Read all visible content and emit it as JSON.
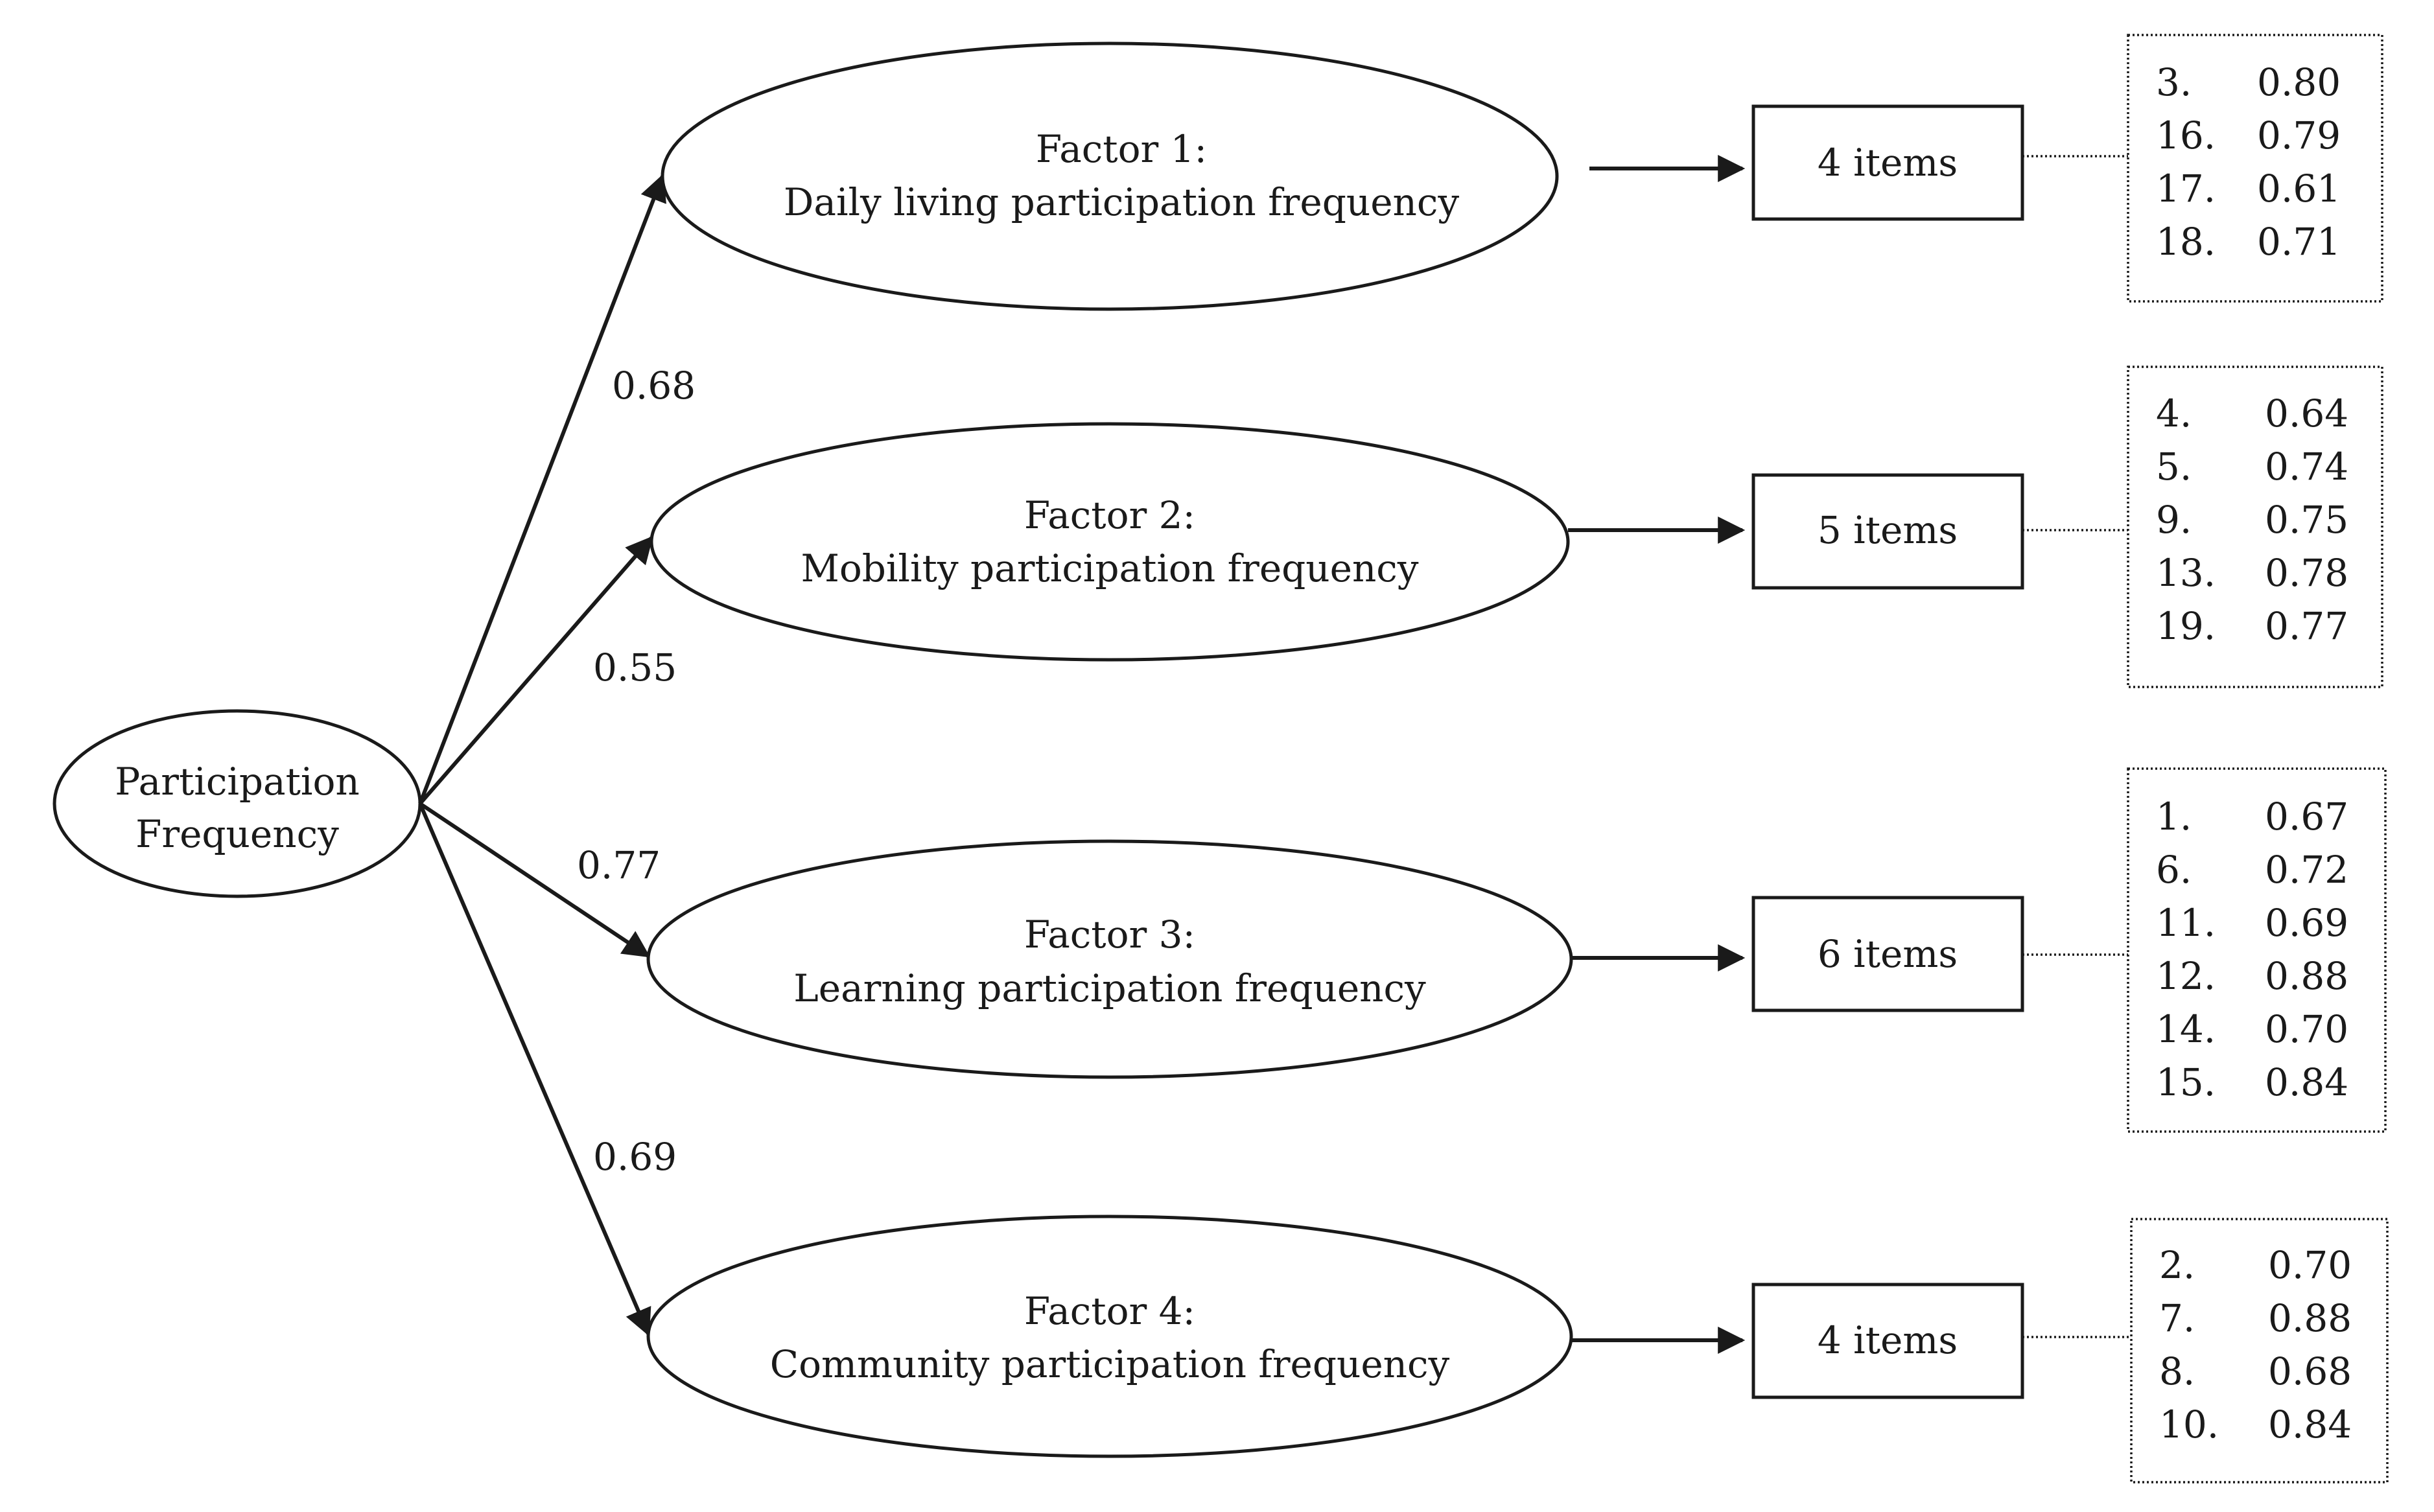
{
  "root": {
    "line1": "Participation",
    "line2": "Frequency"
  },
  "factors": [
    {
      "title": "Factor 1:",
      "subtitle": "Daily living participation frequency",
      "path_coefficient": "0.68",
      "items_label": "4 items",
      "loadings": [
        {
          "item": "3.",
          "value": "0.80"
        },
        {
          "item": "16.",
          "value": "0.79"
        },
        {
          "item": "17.",
          "value": "0.61"
        },
        {
          "item": "18.",
          "value": "0.71"
        }
      ]
    },
    {
      "title": "Factor 2:",
      "subtitle": "Mobility participation frequency",
      "path_coefficient": "0.55",
      "items_label": "5 items",
      "loadings": [
        {
          "item": "4.",
          "value": "0.64"
        },
        {
          "item": "5.",
          "value": "0.74"
        },
        {
          "item": "9.",
          "value": "0.75"
        },
        {
          "item": "13.",
          "value": "0.78"
        },
        {
          "item": "19.",
          "value": "0.77"
        }
      ]
    },
    {
      "title": "Factor 3:",
      "subtitle": "Learning participation frequency",
      "path_coefficient": "0.77",
      "items_label": "6 items",
      "loadings": [
        {
          "item": "1.",
          "value": "0.67"
        },
        {
          "item": "6.",
          "value": "0.72"
        },
        {
          "item": "11.",
          "value": "0.69"
        },
        {
          "item": "12.",
          "value": "0.88"
        },
        {
          "item": "14.",
          "value": "0.70"
        },
        {
          "item": "15.",
          "value": "0.84"
        }
      ]
    },
    {
      "title": "Factor 4:",
      "subtitle": "Community participation frequency",
      "path_coefficient": "0.69",
      "items_label": "4 items",
      "loadings": [
        {
          "item": "2.",
          "value": "0.70"
        },
        {
          "item": "7.",
          "value": "0.88"
        },
        {
          "item": "8.",
          "value": "0.68"
        },
        {
          "item": "10.",
          "value": "0.84"
        }
      ]
    }
  ]
}
